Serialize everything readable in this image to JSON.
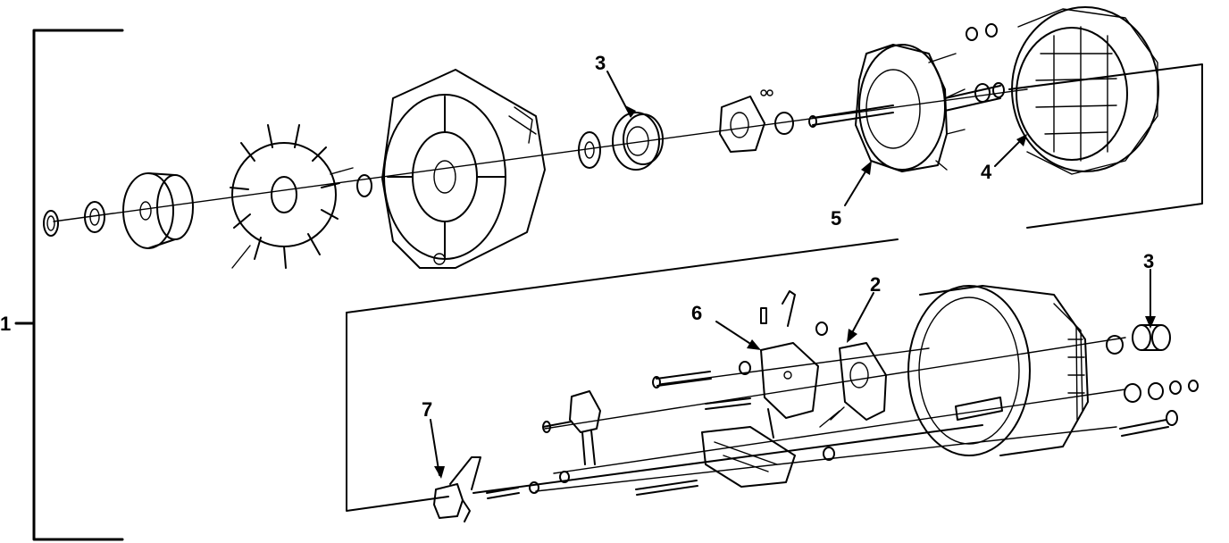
{
  "callouts": {
    "assembly": "1",
    "regulator": "2",
    "bearing_top": "3",
    "bearing_bottom": "3",
    "stator": "4",
    "rotor": "5",
    "brush_holder": "6",
    "terminal": "7"
  },
  "colors": {
    "ink": "#000000",
    "paper": "#ffffff"
  }
}
